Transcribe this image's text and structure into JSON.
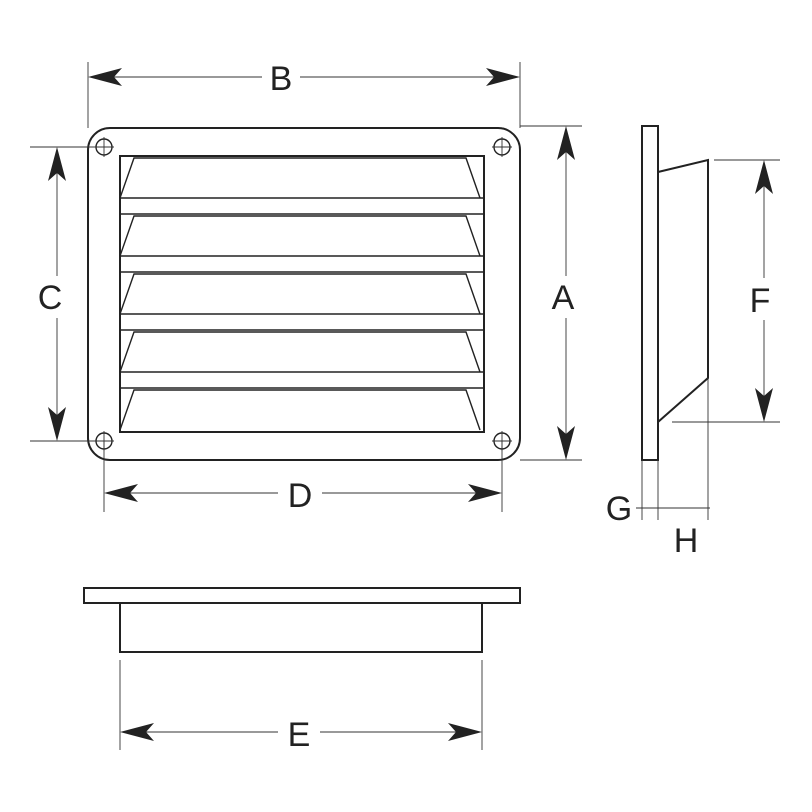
{
  "dimensions": {
    "A": "A",
    "B": "B",
    "C": "C",
    "D": "D",
    "E": "E",
    "F": "F",
    "G": "G",
    "H": "H"
  },
  "colors": {
    "line": "#222222",
    "background": "#ffffff"
  }
}
